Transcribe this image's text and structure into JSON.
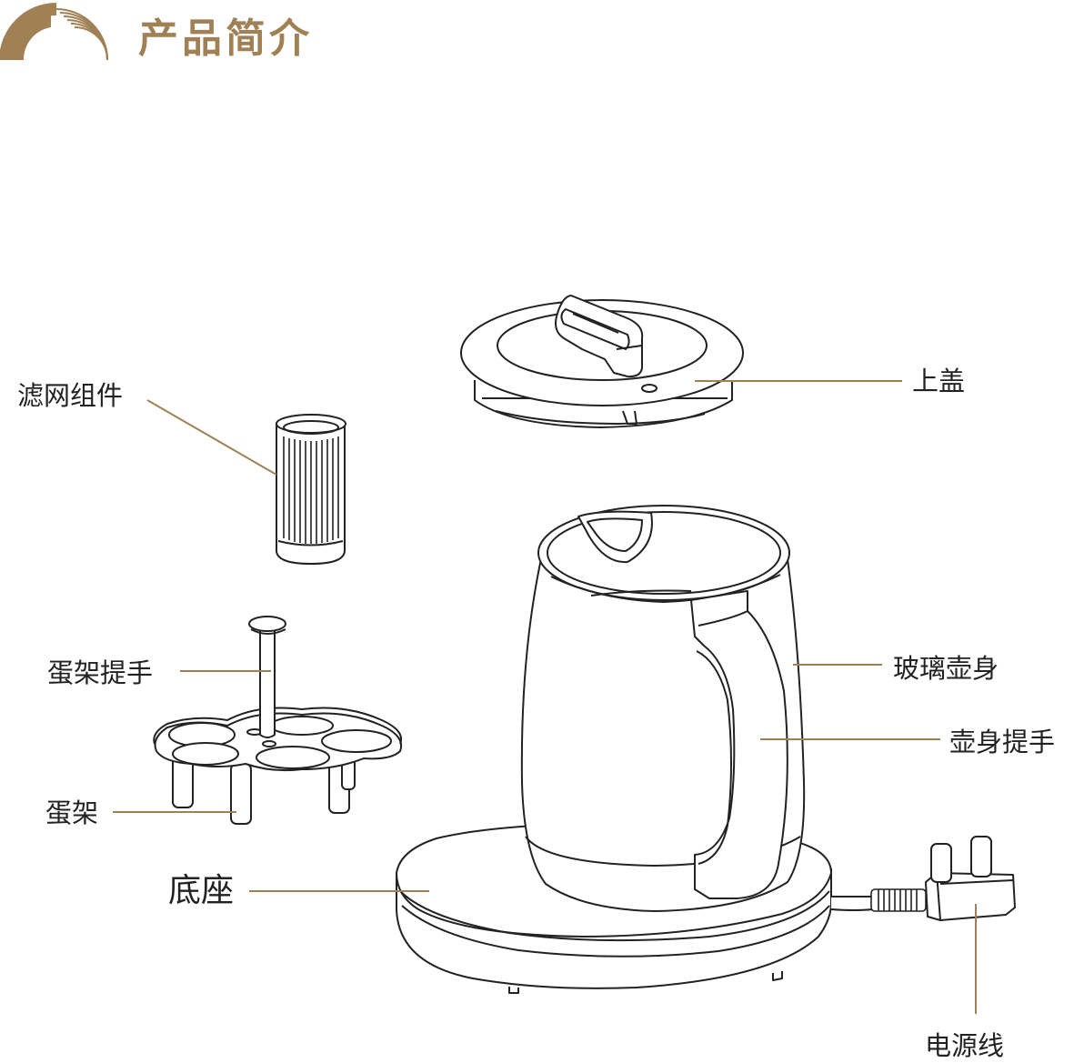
{
  "header": {
    "title": "产品简介",
    "logo_icon": "rainbow-arc-logo-icon",
    "accent_color": "#a08155"
  },
  "labels": {
    "lid": "上盖",
    "filter": "滤网组件",
    "glass_body": "玻璃壶身",
    "body_handle": "壶身提手",
    "egg_rack_handle": "蛋架提手",
    "egg_rack": "蛋架",
    "base": "底座",
    "power_cord": "电源线"
  },
  "colors": {
    "leader_line": "#a08155",
    "outline": "#222222"
  }
}
